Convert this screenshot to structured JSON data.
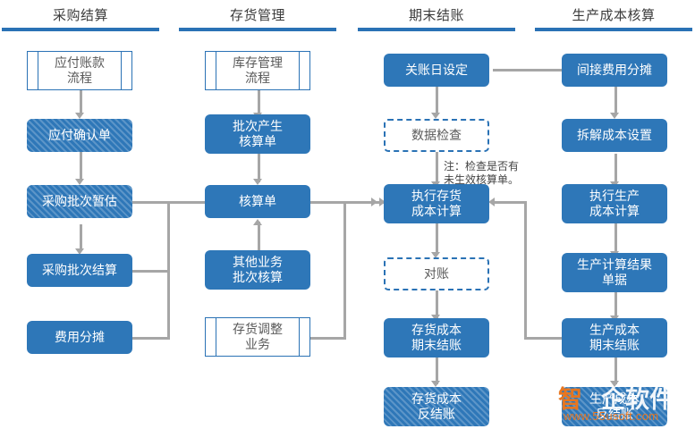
{
  "columns": [
    {
      "title": "采购结算",
      "rule_color": "#2a72b5"
    },
    {
      "title": "存货管理",
      "rule_color": "#2a72b5"
    },
    {
      "title": "期末结账",
      "rule_color": "#2a72b5"
    },
    {
      "title": "生产成本核算",
      "rule_color": "#2a72b5"
    }
  ],
  "nodes": {
    "c1_payable_flow": "应付账款\n流程",
    "c1_payable_confirm": "应付确认单",
    "c1_batch_estimate": "采购批次暂估",
    "c1_batch_settle": "采购批次结算",
    "c1_expense_alloc": "费用分摊",
    "c2_inventory_flow": "库存管理\n流程",
    "c2_batch_create": "批次产生\n核算单",
    "c2_costing_sheet": "核算单",
    "c2_other_business": "其他业务\n批次核算",
    "c2_inv_adjust": "存货调整\n业务",
    "c3_close_date": "关账日设定",
    "c3_data_check": "数据检查",
    "c3_exec_inv_cost": "执行存货\n成本计算",
    "c3_reconcile": "对账",
    "c3_inv_period_close": "存货成本\n期末结账",
    "c3_inv_reverse_close": "存货成本\n反结账",
    "c4_overhead_alloc": "间接费用分摊",
    "c4_split_cost_setup": "拆解成本设置",
    "c4_exec_prod_cost": "执行生产\n成本计算",
    "c4_prod_result_doc": "生产计算结果\n单据",
    "c4_prod_period_close": "生产成本\n期末结账",
    "c4_prod_reverse_close": "生产成本\n反结账"
  },
  "annotations": {
    "data_check_note": "注：检查是否有\n未生效核算单。"
  },
  "watermark": {
    "brand_accent": "智",
    "brand_rest": "企软件",
    "url": "www.55usoft.com"
  },
  "colors": {
    "process_blue": "#2e77b8",
    "rule_blue": "#2a72b5",
    "connector_gray": "#a6a6a6",
    "header_text": "#3b3b3b",
    "accent_orange": "#e8761f"
  }
}
